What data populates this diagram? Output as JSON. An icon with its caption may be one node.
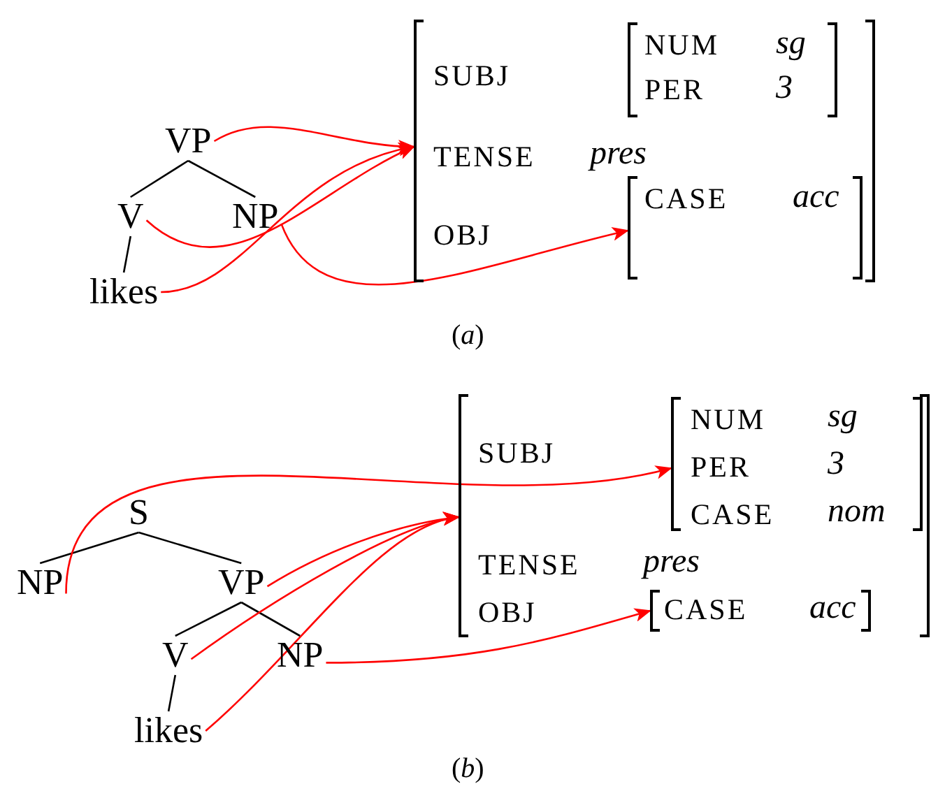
{
  "diagram": {
    "nodes": [
      {
        "text": [
          "VP"
        ]
      },
      {
        "text": [
          "V"
        ]
      },
      {
        "text": [
          "NP"
        ]
      },
      {
        "text": [
          "likes"
        ]
      },
      {
        "text": [
          "SUBJ",
          "TENSE",
          "pres",
          "OBJ"
        ]
      },
      {
        "text": [
          "NUM",
          "sg",
          "PER",
          "3"
        ],
        "in": 4
      },
      {
        "text": [
          "CASE",
          "acc"
        ],
        "in": 4
      },
      {
        "text": [
          "S"
        ]
      },
      {
        "text": [
          "NP"
        ]
      },
      {
        "text": [
          "VP"
        ]
      },
      {
        "text": [
          "V"
        ]
      },
      {
        "text": [
          "NP"
        ]
      },
      {
        "text": [
          "likes"
        ]
      },
      {
        "text": [
          "SUBJ",
          "TENSE",
          "pres",
          "OBJ"
        ]
      },
      {
        "text": [
          "NUM",
          "sg",
          "PER",
          "3",
          "CASE",
          "nom"
        ],
        "in": 13
      },
      {
        "text": [
          "CASE",
          "acc"
        ],
        "in": 13
      }
    ],
    "edges": [
      {
        "from": 0,
        "to": 1,
        "arrow": "none",
        "color": "#000000"
      },
      {
        "from": 0,
        "to": 2,
        "arrow": "none",
        "color": "#000000"
      },
      {
        "from": 1,
        "to": 3,
        "arrow": "none",
        "color": "#000000"
      },
      {
        "from": 0,
        "to": 4,
        "arrow": "to",
        "color": "#ff0000"
      },
      {
        "from": 1,
        "to": 4,
        "arrow": "to",
        "color": "#ff0000"
      },
      {
        "from": 3,
        "to": 4,
        "arrow": "to",
        "color": "#ff0000"
      },
      {
        "from": 2,
        "to": 6,
        "arrow": "to",
        "color": "#ff0000"
      },
      {
        "from": 7,
        "to": 8,
        "arrow": "none",
        "color": "#000000"
      },
      {
        "from": 7,
        "to": 9,
        "arrow": "none",
        "color": "#000000"
      },
      {
        "from": 9,
        "to": 10,
        "arrow": "none",
        "color": "#000000"
      },
      {
        "from": 9,
        "to": 11,
        "arrow": "none",
        "color": "#000000"
      },
      {
        "from": 10,
        "to": 12,
        "arrow": "none",
        "color": "#000000"
      },
      {
        "from": 8,
        "to": 14,
        "arrow": "to",
        "color": "#ff0000"
      },
      {
        "from": 9,
        "to": 13,
        "arrow": "to",
        "color": "#ff0000"
      },
      {
        "from": 10,
        "to": 13,
        "arrow": "to",
        "color": "#ff0000"
      },
      {
        "from": 12,
        "to": 13,
        "arrow": "to",
        "color": "#ff0000"
      },
      {
        "from": 11,
        "to": 15,
        "arrow": "to",
        "color": "#ff0000"
      }
    ],
    "labels": [
      "(*a*)",
      "(*b*)"
    ]
  }
}
